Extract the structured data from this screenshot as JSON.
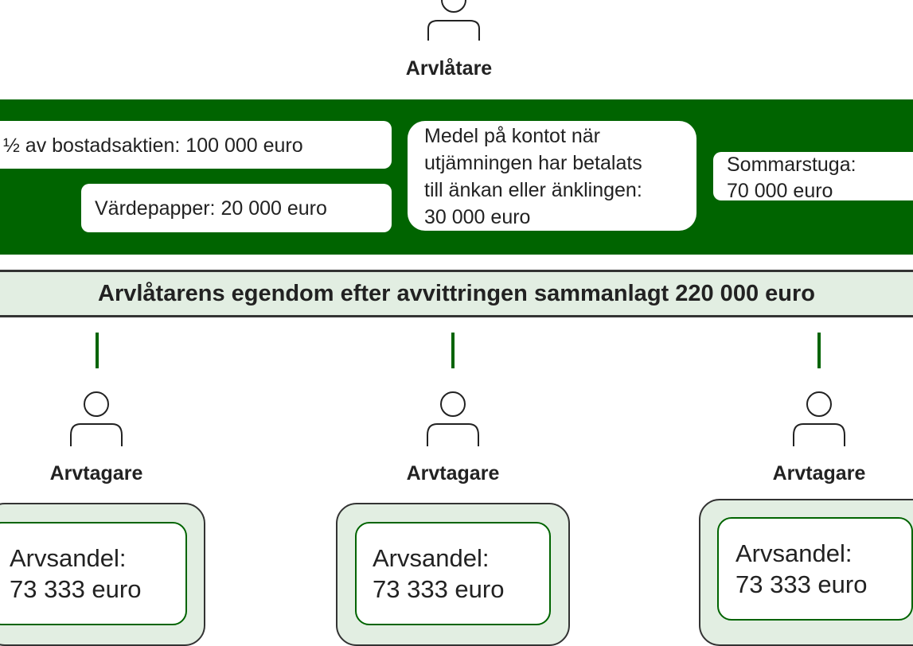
{
  "decedent": {
    "label": "Arvlåtare",
    "icon": "person-icon"
  },
  "assets": {
    "apartment": "½ av bostadsaktien: 100 000 euro",
    "securities": "Värdepapper: 20 000 euro",
    "account_lines": [
      "Medel på kontot när",
      "utjämningen har betalats",
      "till änkan eller änklingen:",
      "30 000 euro"
    ],
    "cottage_lines": [
      "Sommarstuga:",
      "70 000 euro"
    ]
  },
  "total": "Arvlåtarens egendom efter avvittringen sammanlagt 220 000 euro",
  "heirs": [
    {
      "label": "Arvtagare",
      "share_title": "Arvsandel:",
      "share_amount": "73 333 euro"
    },
    {
      "label": "Arvtagare",
      "share_title": "Arvsandel:",
      "share_amount": "73 333 euro"
    },
    {
      "label": "Arvtagare",
      "share_title": "Arvsandel:",
      "share_amount": "73 333 euro"
    }
  ],
  "colors": {
    "primary_green": "#006400",
    "light_green": "#e2eee2",
    "text": "#222222"
  }
}
